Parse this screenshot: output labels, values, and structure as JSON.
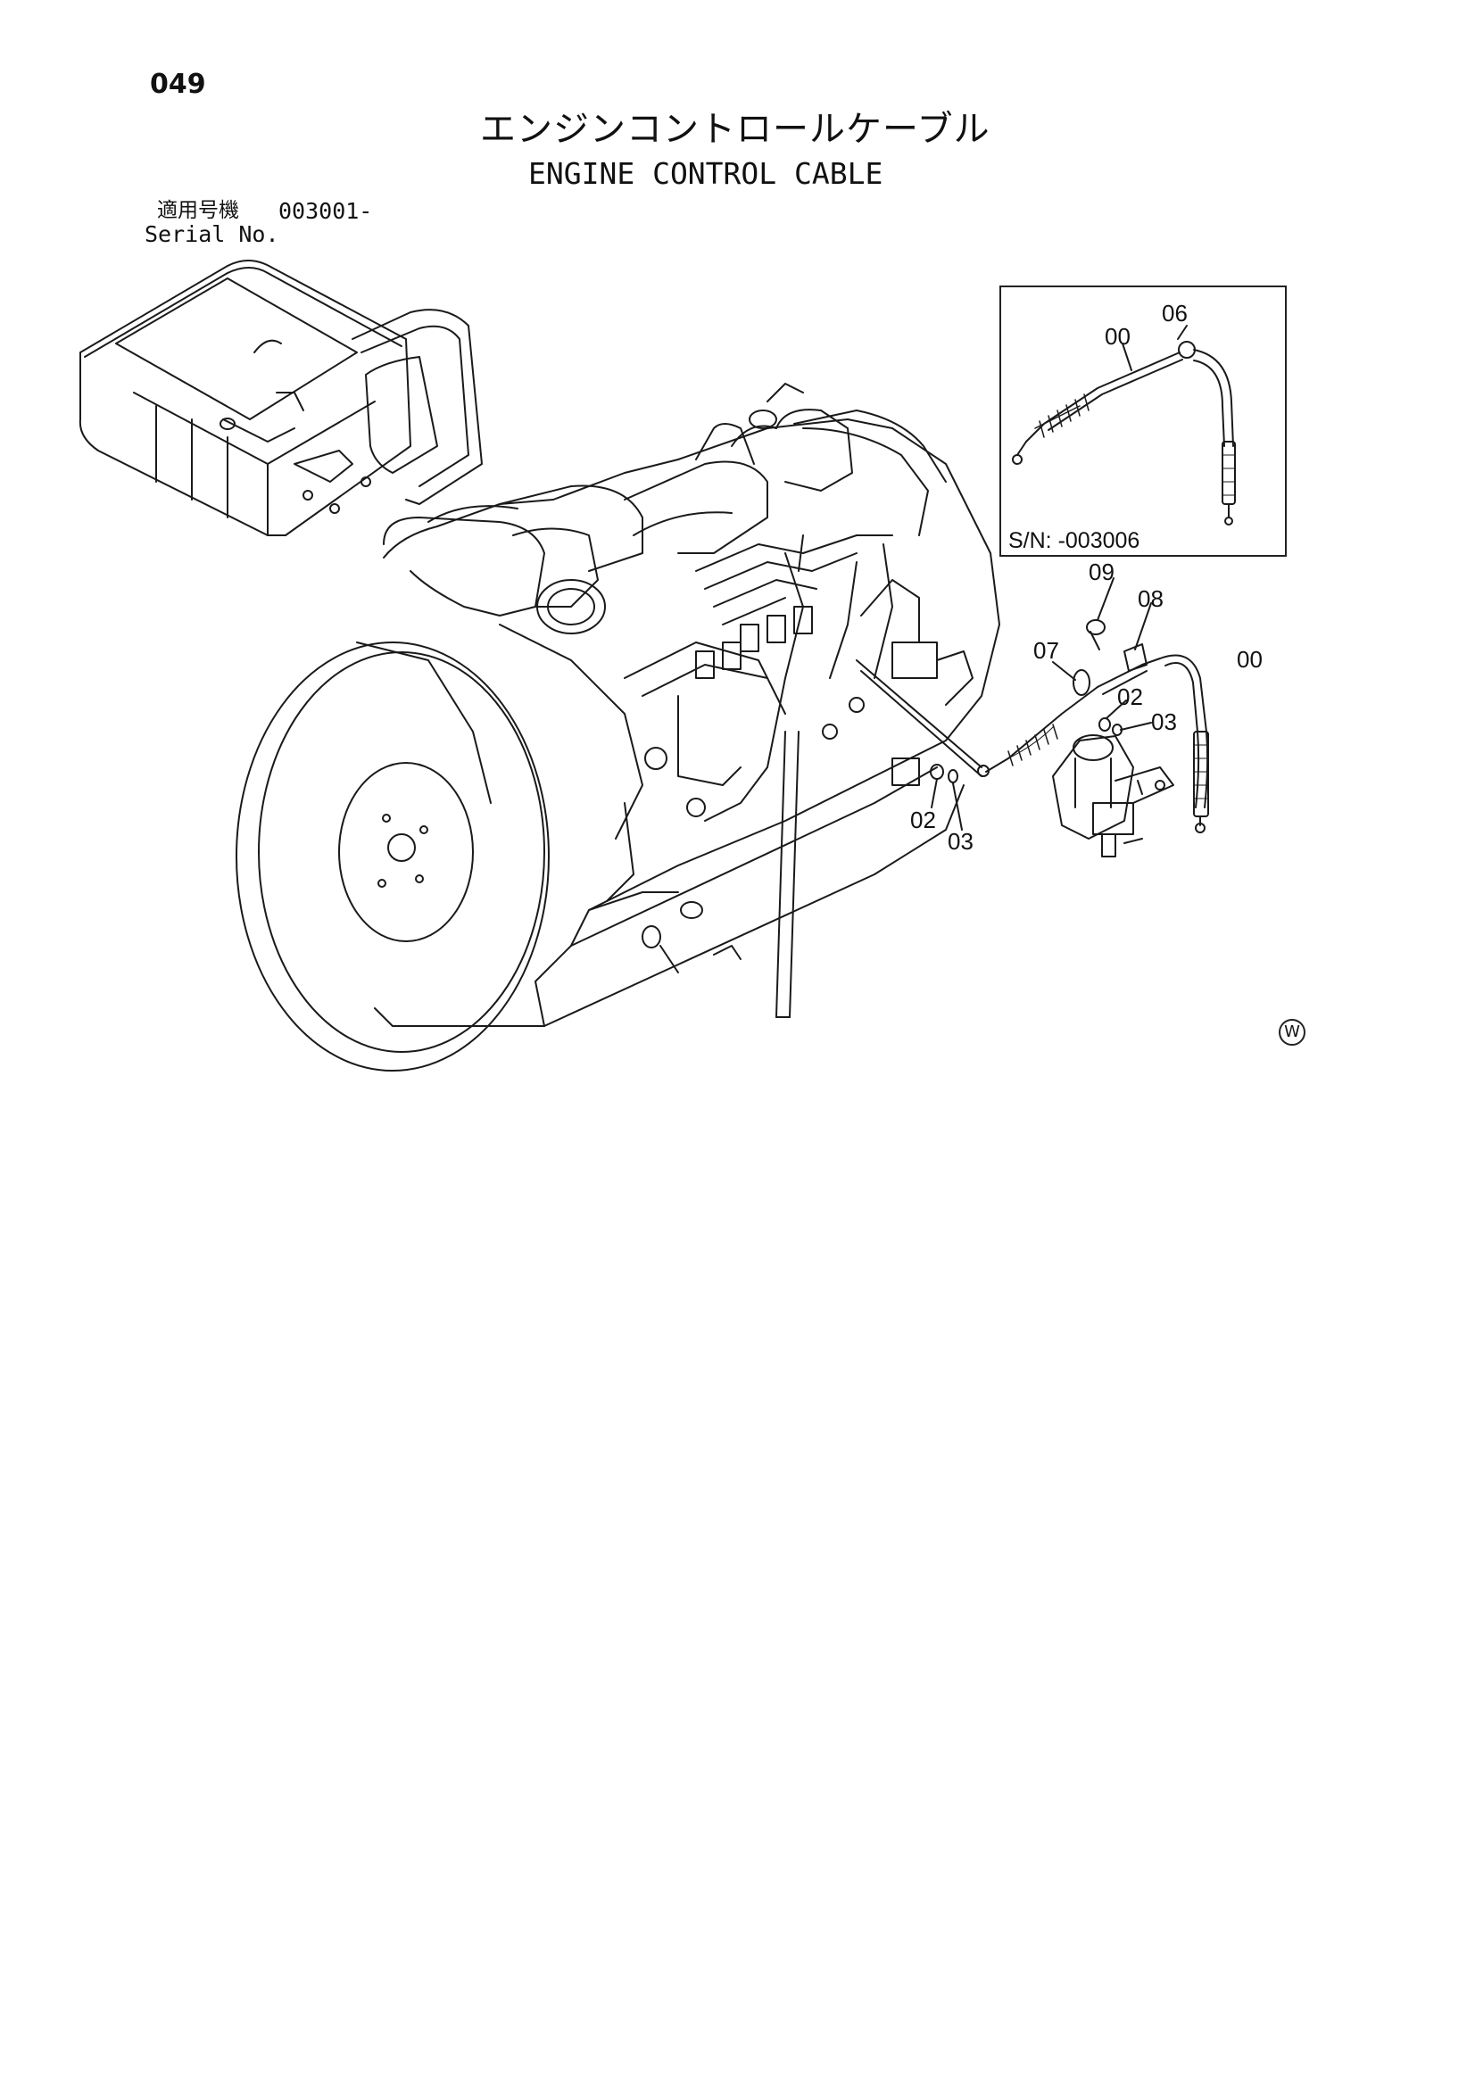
{
  "page_number": "049",
  "title": {
    "japanese": "エンジンコントロールケーブル",
    "english": "ENGINE CONTROL CABLE"
  },
  "serial": {
    "label_japanese": "適用号機",
    "value": "003001-",
    "label_english": "Serial No."
  },
  "inset": {
    "serial_text": "S/N: -003006",
    "callouts": [
      "00",
      "06"
    ]
  },
  "main_callouts": [
    "09",
    "08",
    "07",
    "00",
    "02",
    "03",
    "02",
    "03"
  ],
  "marker": "W"
}
